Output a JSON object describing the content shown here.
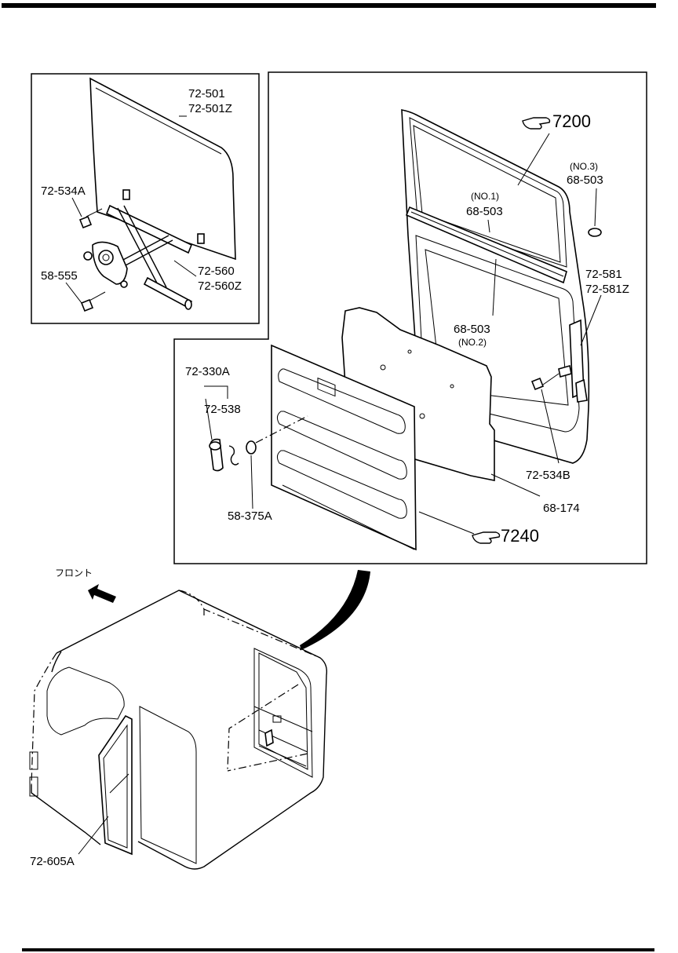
{
  "labels": {
    "glass": "72-501",
    "glass_z": "72-501Z",
    "bolt_a": "72-534A",
    "bolt_55": "58-555",
    "regulator": "72-560",
    "regulator_z": "72-560Z",
    "ref_7200": "7200",
    "no3": "(NO.3)",
    "seal_no3": "68-503",
    "no1": "(NO.1)",
    "seal_no1": "68-503",
    "channel": "72-581",
    "channel_z": "72-581Z",
    "seal_no2": "68-503",
    "no2": "(NO.2)",
    "handle": "72-330A",
    "spring": "72-538",
    "bolt_b": "72-534B",
    "washer": "58-375A",
    "screen": "68-174",
    "ref_7240": "7240",
    "front": "フロント",
    "weatherstrip": "72-605A"
  },
  "icons": {
    "ref_symbol": "pointing-hand-icon",
    "front_arrow": "arrow-up-left-icon"
  }
}
